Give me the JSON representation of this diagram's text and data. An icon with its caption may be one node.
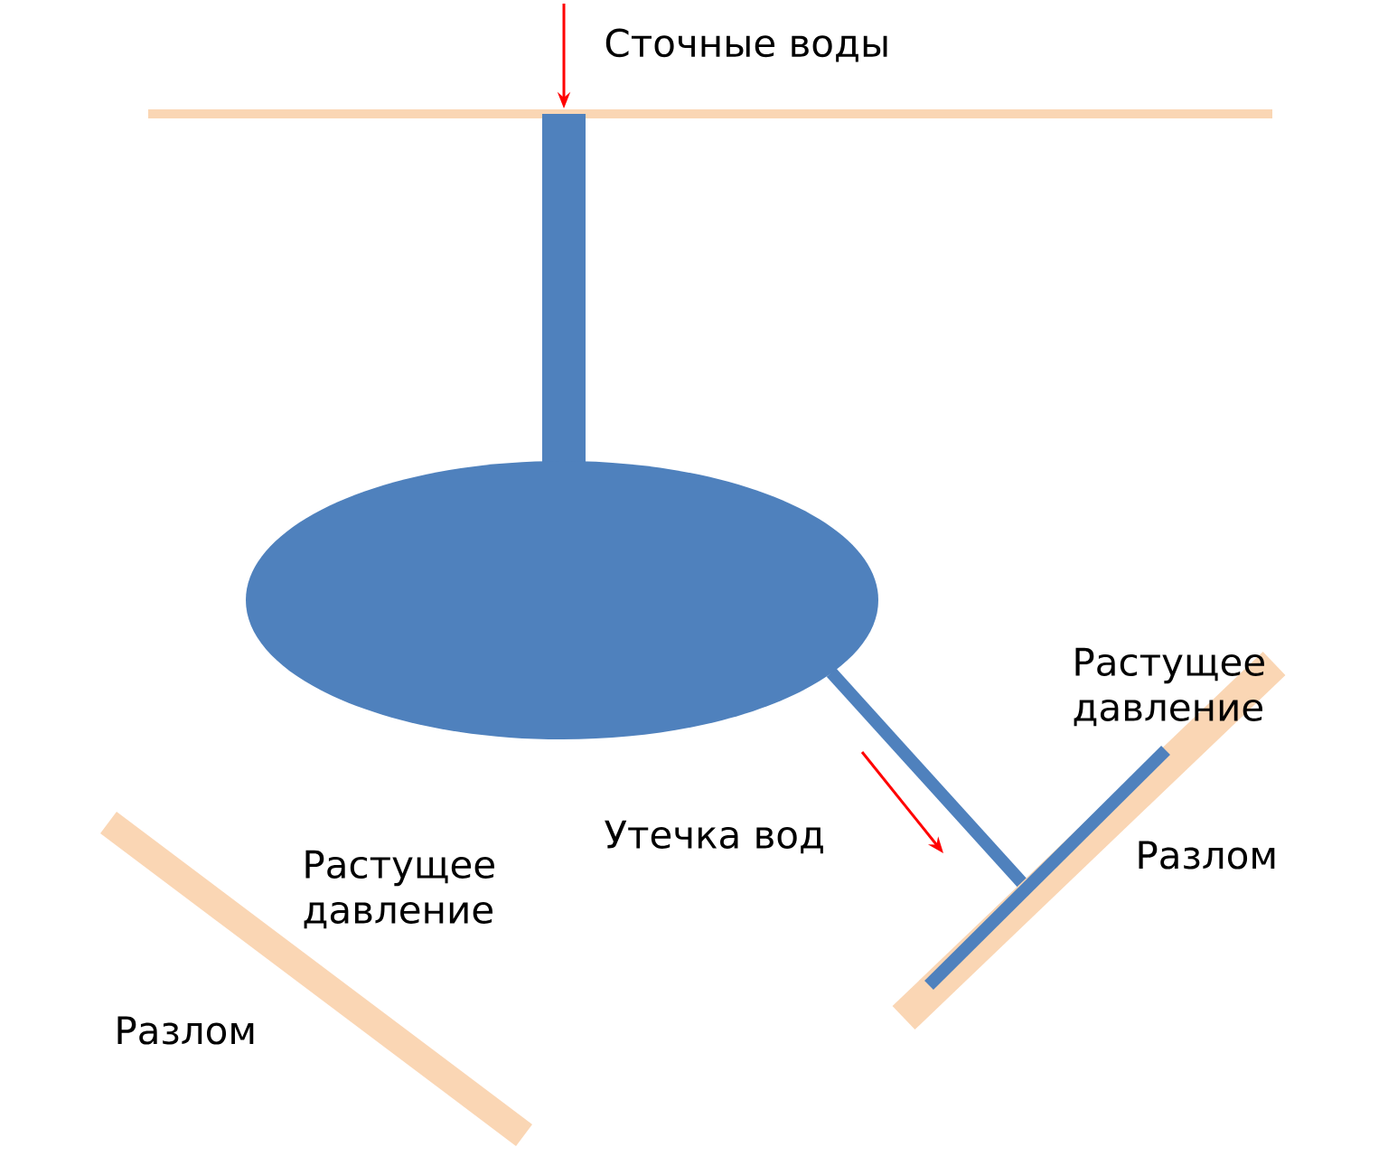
{
  "diagram": {
    "labels": [
      "Сточные воды",
      "Растущее давление",
      "Утечка вод",
      "Разлом",
      "Растущее давление",
      "Разлом"
    ]
  }
}
